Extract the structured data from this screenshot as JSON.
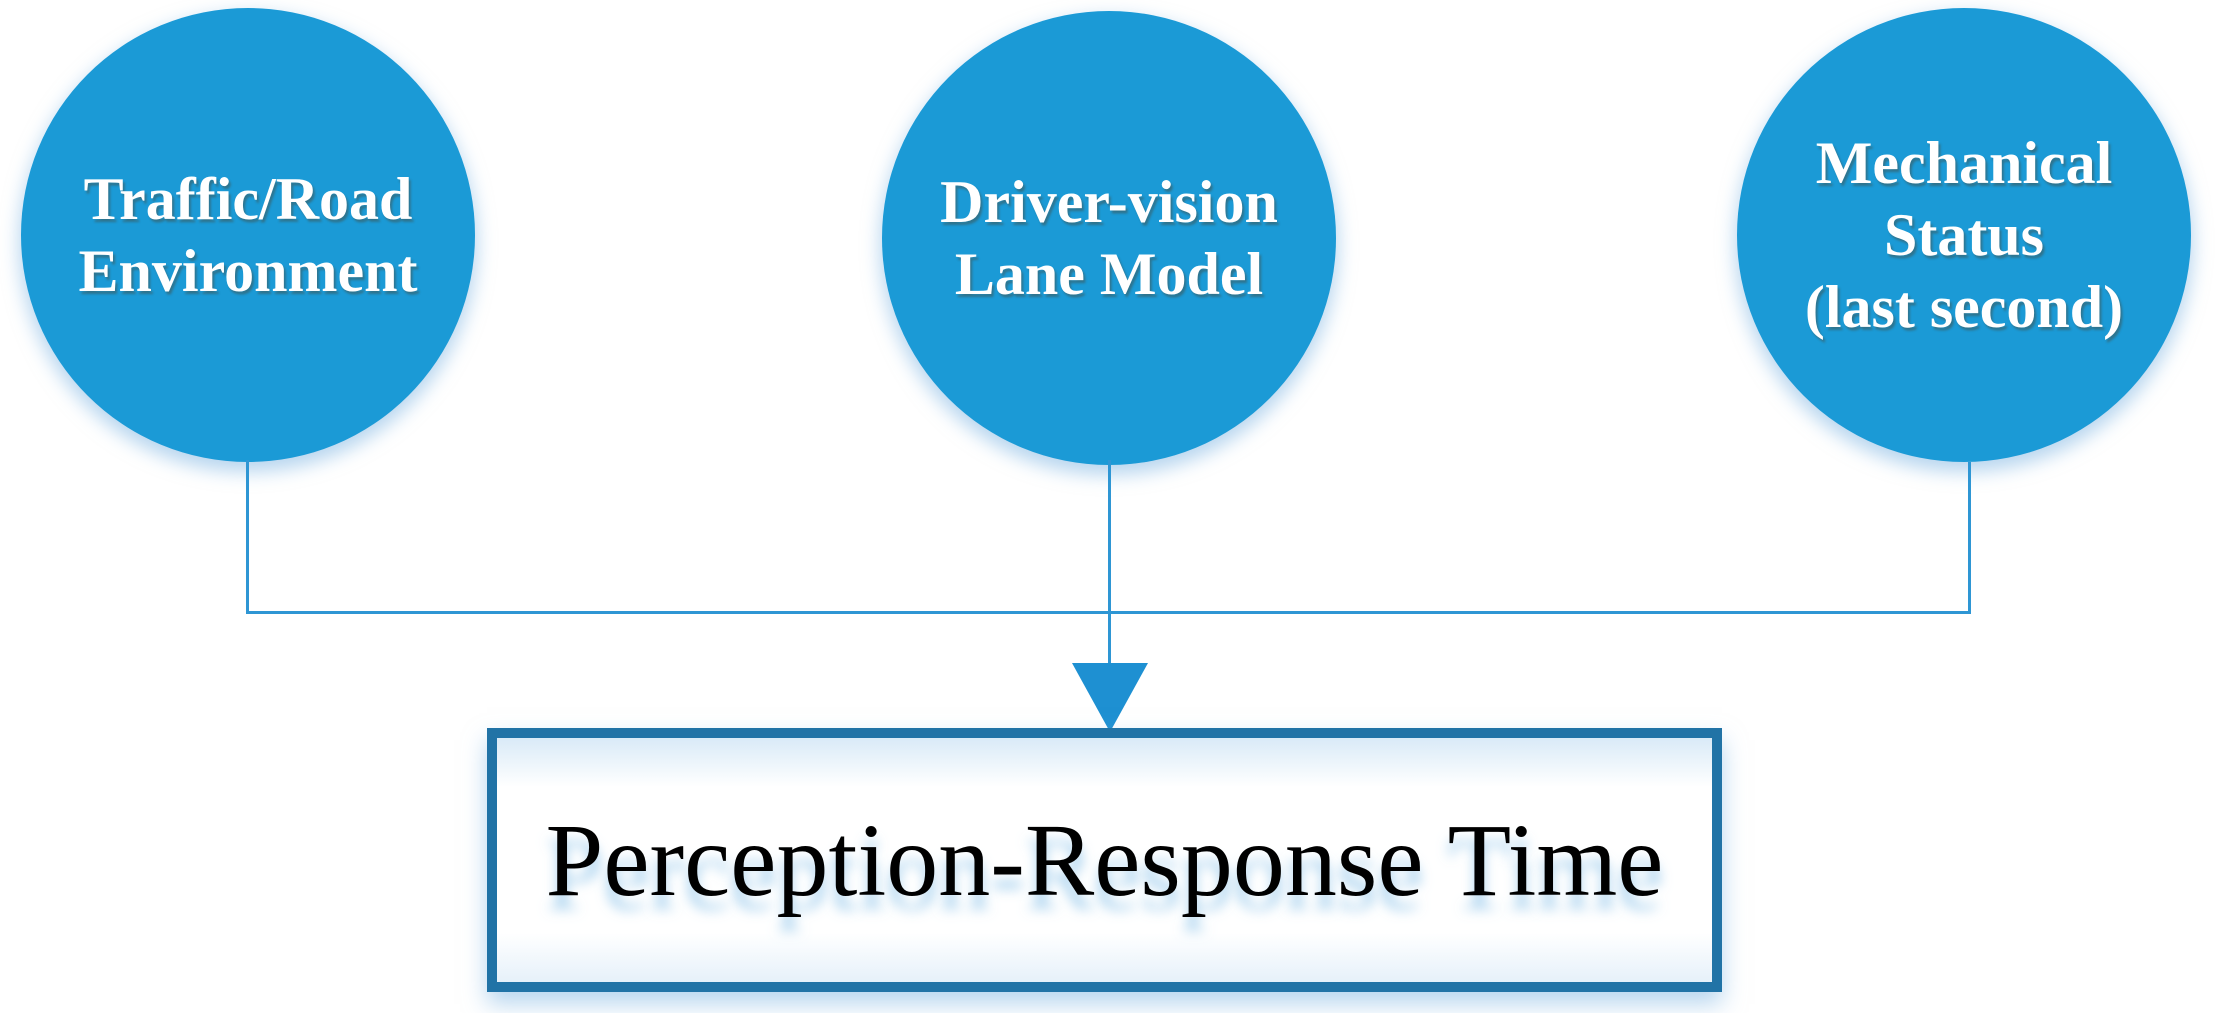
{
  "nodes": [
    {
      "id": "traffic-road-environment",
      "lines": [
        "Traffic/Road",
        "Environment"
      ]
    },
    {
      "id": "driver-vision-lane-model",
      "lines": [
        "Driver-vision",
        "Lane Model"
      ]
    },
    {
      "id": "mechanical-status",
      "lines": [
        "Mechanical",
        "Status",
        "(last second)"
      ]
    }
  ],
  "result_box": {
    "label": "Perception-Response Time"
  },
  "colors": {
    "circle_fill": "#1b9ad6",
    "connector": "#2e96d4",
    "arrow": "#1e90d2",
    "box_border": "#2173a6",
    "circle_text": "#ffffff",
    "box_text": "#000000"
  }
}
